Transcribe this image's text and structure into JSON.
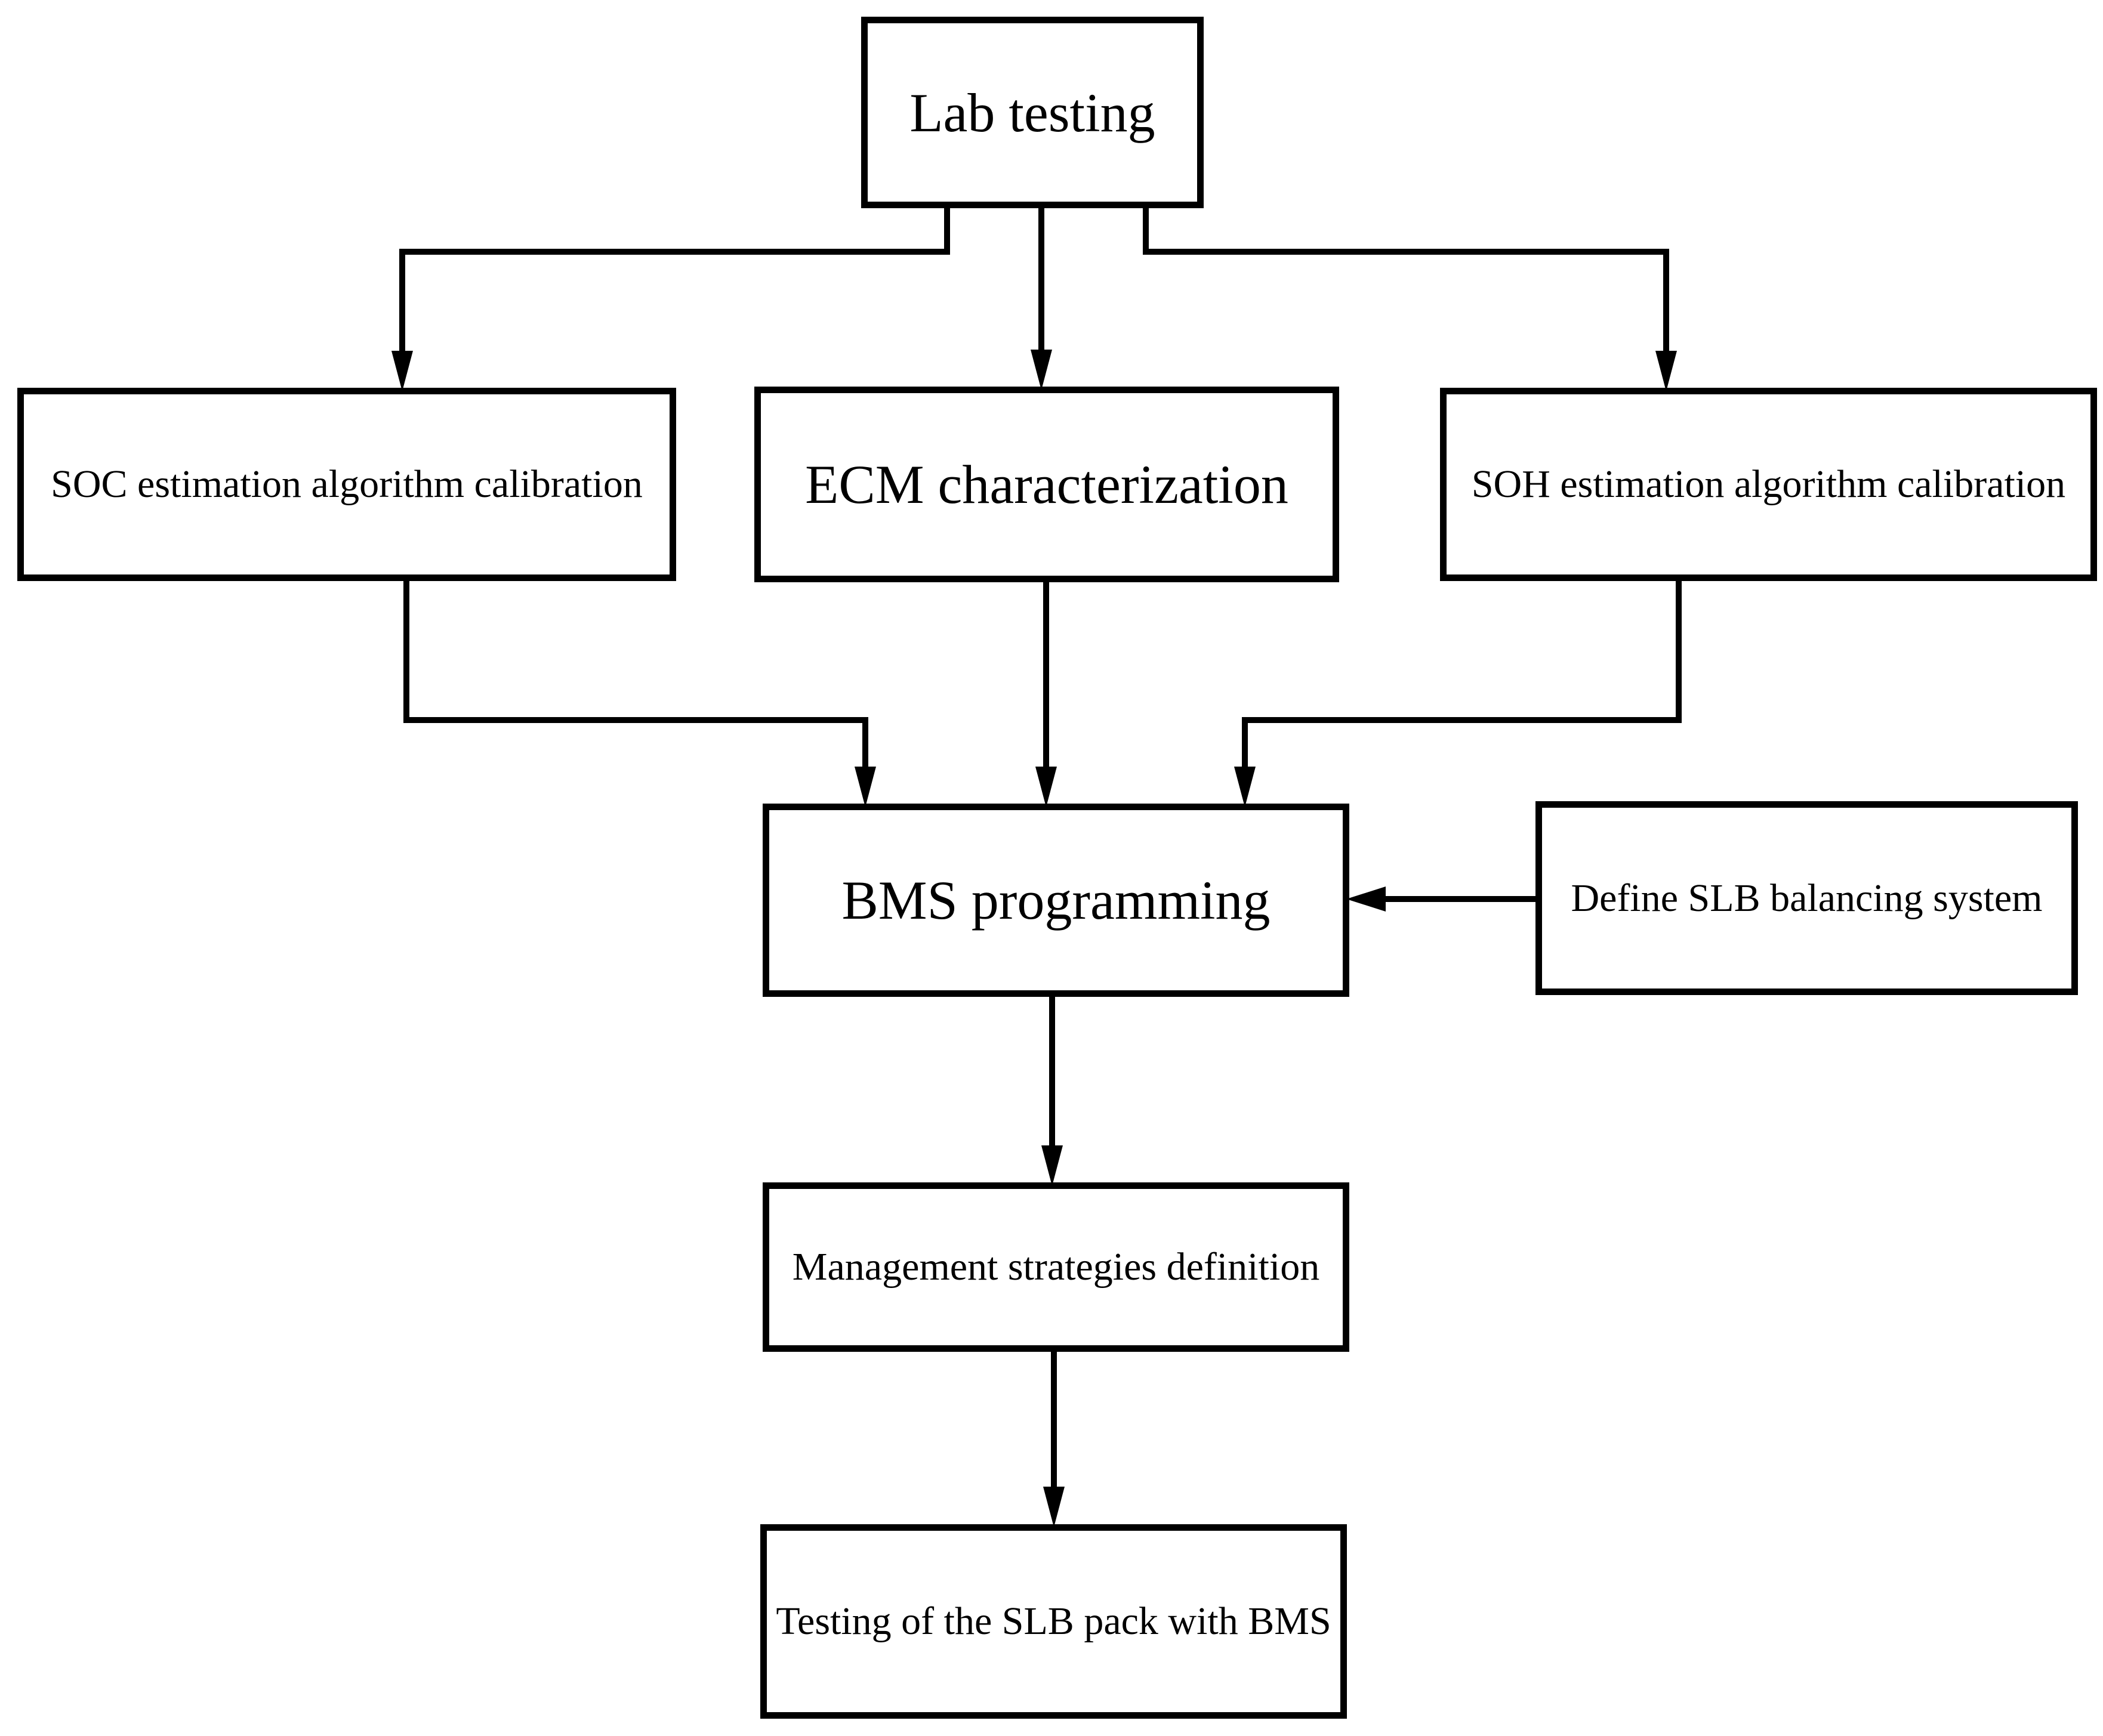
{
  "diagram": {
    "type": "flowchart",
    "background_color": "#ffffff",
    "line_color": "#000000",
    "box_fill_color": "#ffffff",
    "nodes": {
      "lab_testing": {
        "label": "Lab testing"
      },
      "soc_calibration": {
        "label": "SOC estimation algorithm calibration"
      },
      "ecm_characterization": {
        "label": "ECM characterization"
      },
      "soh_calibration": {
        "label": "SOH estimation algorithm calibration"
      },
      "bms_programming": {
        "label": "BMS programming"
      },
      "define_slb_balancing": {
        "label": "Define SLB balancing system"
      },
      "management_strategies": {
        "label": "Management strategies definition"
      },
      "testing_slb_pack": {
        "label": "Testing of the SLB pack with BMS"
      }
    },
    "edges": [
      {
        "from": "Lab testing",
        "to": "SOC estimation algorithm calibration"
      },
      {
        "from": "Lab testing",
        "to": "ECM characterization"
      },
      {
        "from": "Lab testing",
        "to": "SOH estimation algorithm calibration"
      },
      {
        "from": "SOC estimation algorithm calibration",
        "to": "BMS programming"
      },
      {
        "from": "ECM characterization",
        "to": "BMS programming"
      },
      {
        "from": "SOH estimation algorithm calibration",
        "to": "BMS programming"
      },
      {
        "from": "Define SLB balancing system",
        "to": "BMS programming"
      },
      {
        "from": "BMS programming",
        "to": "Management strategies definition"
      },
      {
        "from": "Management strategies definition",
        "to": "Testing of the SLB pack with BMS"
      }
    ]
  }
}
